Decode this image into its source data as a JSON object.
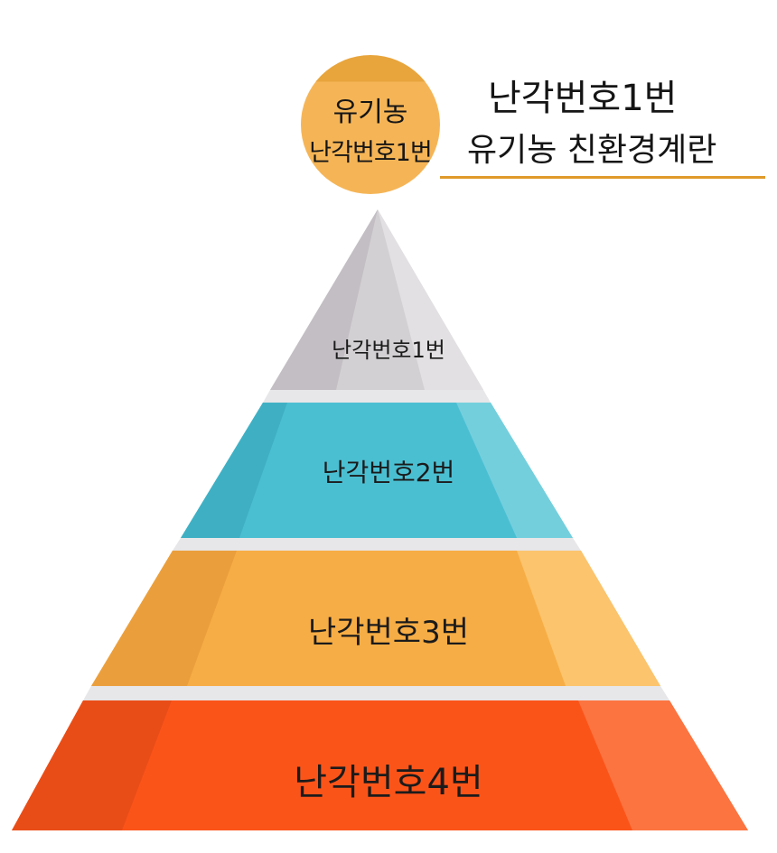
{
  "badge": {
    "line1": "유기농",
    "line2": "난각번호1번"
  },
  "heading": {
    "title": "난각번호1번",
    "subtitle": "유기농 친환경계란"
  },
  "tiers": [
    {
      "label": "난각번호1번",
      "color": "#d3d0d3"
    },
    {
      "label": "난각번호2번",
      "color": "#4bbfd2"
    },
    {
      "label": "난각번호3번",
      "color": "#f7ad45"
    },
    {
      "label": "난각번호4번",
      "color": "#fb5419"
    }
  ],
  "accent_color": "#f5b557"
}
